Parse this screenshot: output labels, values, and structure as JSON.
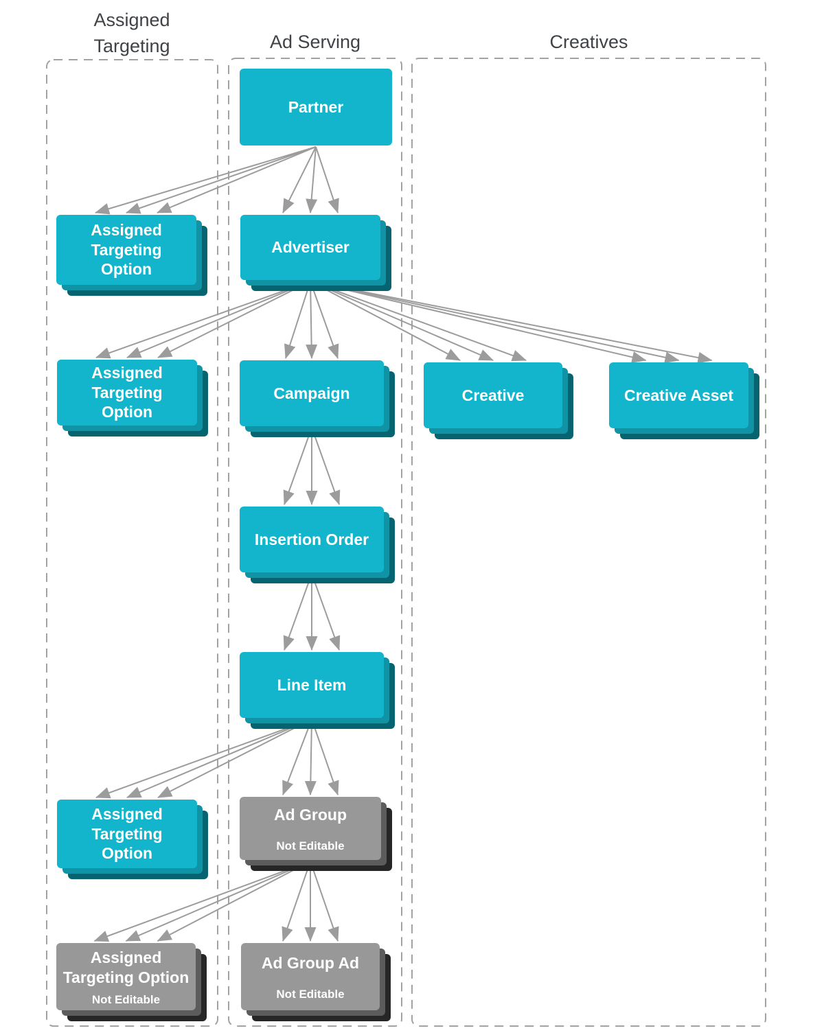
{
  "columns": [
    {
      "id": "assigned-targeting",
      "label": "Assigned\nTargeting"
    },
    {
      "id": "ad-serving",
      "label": "Ad Serving"
    },
    {
      "id": "creatives",
      "label": "Creatives"
    }
  ],
  "nodes": {
    "partner": {
      "label": "Partner",
      "column": "ad-serving",
      "style": "teal",
      "stacked": false
    },
    "ato_partner": {
      "label": "Assigned\nTargeting\nOption",
      "column": "assigned-targeting",
      "style": "teal",
      "stacked": true
    },
    "advertiser": {
      "label": "Advertiser",
      "column": "ad-serving",
      "style": "teal",
      "stacked": true
    },
    "ato_advertiser": {
      "label": "Assigned\nTargeting\nOption",
      "column": "assigned-targeting",
      "style": "teal",
      "stacked": true
    },
    "campaign": {
      "label": "Campaign",
      "column": "ad-serving",
      "style": "teal",
      "stacked": true
    },
    "creative": {
      "label": "Creative",
      "column": "creatives",
      "style": "teal",
      "stacked": true
    },
    "creative_asset": {
      "label": "Creative Asset",
      "column": "creatives",
      "style": "teal",
      "stacked": true
    },
    "insertion_order": {
      "label": "Insertion Order",
      "column": "ad-serving",
      "style": "teal",
      "stacked": true
    },
    "line_item": {
      "label": "Line Item",
      "column": "ad-serving",
      "style": "teal",
      "stacked": true
    },
    "ato_line_item": {
      "label": "Assigned\nTargeting\nOption",
      "column": "assigned-targeting",
      "style": "teal",
      "stacked": true
    },
    "ad_group": {
      "label": "Ad Group",
      "sublabel": "Not Editable",
      "column": "ad-serving",
      "style": "gray",
      "stacked": true
    },
    "ato_ad_group": {
      "label": "Assigned\nTargeting Option",
      "sublabel": "Not Editable",
      "column": "assigned-targeting",
      "style": "gray",
      "stacked": true
    },
    "ad_group_ad": {
      "label": "Ad Group Ad",
      "sublabel": "Not Editable",
      "column": "ad-serving",
      "style": "gray",
      "stacked": true
    }
  },
  "edges": [
    {
      "from": "partner",
      "to": "ato_partner"
    },
    {
      "from": "partner",
      "to": "advertiser"
    },
    {
      "from": "advertiser",
      "to": "ato_advertiser"
    },
    {
      "from": "advertiser",
      "to": "campaign"
    },
    {
      "from": "advertiser",
      "to": "creative"
    },
    {
      "from": "advertiser",
      "to": "creative_asset"
    },
    {
      "from": "campaign",
      "to": "insertion_order"
    },
    {
      "from": "insertion_order",
      "to": "line_item"
    },
    {
      "from": "line_item",
      "to": "ato_line_item"
    },
    {
      "from": "line_item",
      "to": "ad_group"
    },
    {
      "from": "ad_group",
      "to": "ato_ad_group"
    },
    {
      "from": "ad_group",
      "to": "ad_group_ad"
    }
  ],
  "link_style": "each parent-to-child link drawn as 3 fanned arrows from parent bottom center",
  "colors": {
    "teal": "#12b5cb",
    "teal_mid": "#0f93a5",
    "teal_dark": "#066470",
    "gray": "#989898",
    "gray_mid": "#5c5c5c",
    "gray_dark": "#262626",
    "arrow": "#9c9c9c",
    "column_border": "#a2a2a2",
    "title_text": "#3f4347",
    "node_text": "#ffffff"
  }
}
